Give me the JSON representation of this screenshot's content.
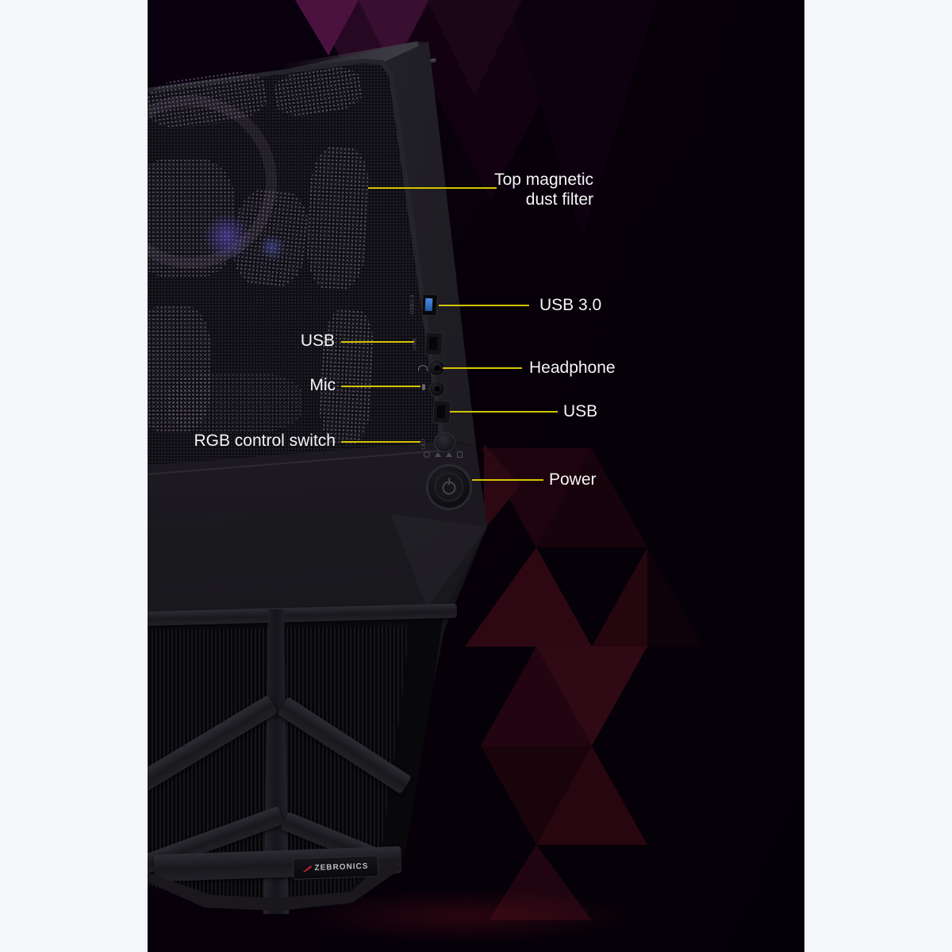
{
  "colors": {
    "backdrop": "#f5f6fa",
    "photo_bg": "#07000a",
    "accent_line": "#d4c403",
    "label_text": "#f5f5f5",
    "usb3_blue": "#3f7fd6",
    "maroon_triangle": "#2d0813",
    "magenta_shape": "#4b123f"
  },
  "callouts": [
    {
      "id": "top-dust-filter",
      "line1": "Top magnetic",
      "line2": "dust filter"
    },
    {
      "id": "usb3",
      "label": "USB 3.0"
    },
    {
      "id": "usb-top",
      "label": "USB"
    },
    {
      "id": "headphone",
      "label": "Headphone"
    },
    {
      "id": "mic",
      "label": "Mic"
    },
    {
      "id": "usb-bottom",
      "label": "USB"
    },
    {
      "id": "rgb-control",
      "label": "RGB control switch"
    },
    {
      "id": "power",
      "label": "Power"
    }
  ],
  "port_markings": {
    "usb3": "USB3.0",
    "usb": "USB",
    "led": "LED"
  },
  "logo": {
    "text": "ZEBRONICS"
  }
}
